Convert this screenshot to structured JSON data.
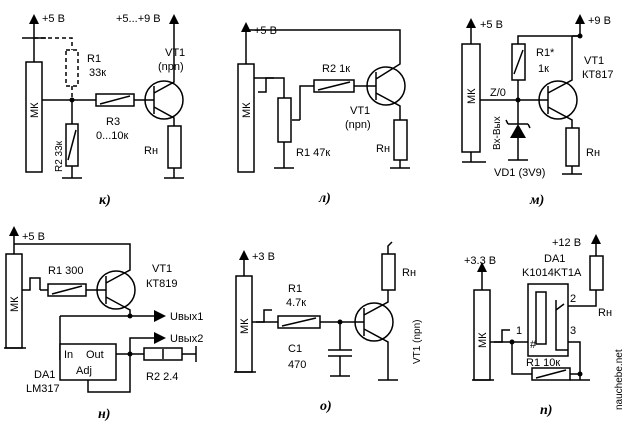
{
  "panels": {
    "k": {
      "caption": "к)",
      "supply1": "+5 В",
      "supply2": "+5...+9 В",
      "mk": "МК",
      "r1": "R1",
      "r1_val": "33к",
      "r2": "R2 33к",
      "r3": "R3",
      "r3_val": "0...10к",
      "vt": "VT1",
      "vt_type": "(npn)",
      "rh": "Rн"
    },
    "l": {
      "caption": "л)",
      "supply": "+5 В",
      "mk": "МК",
      "r2": "R2 1к",
      "vt": "VT1",
      "vt_type": "(npn)",
      "r1": "R1 47к",
      "rh": "Rн"
    },
    "m": {
      "caption": "м)",
      "supply1": "+5 В",
      "supply2": "+9 В",
      "mk": "МК",
      "r1": "R1*",
      "r1_val": "1к",
      "z": "Z/0",
      "io": "Вх-Вых",
      "vt": "VT1",
      "vt_type": "КТ817",
      "rh": "Rн",
      "vd": "VD1 (3V9)"
    },
    "n": {
      "caption": "н)",
      "supply": "+5 В",
      "mk": "МК",
      "r1": "R1 300",
      "vt": "VT1",
      "vt_type": "КТ819",
      "out1": "Uвых1",
      "out2": "Uвых2",
      "da": "DA1",
      "da_type": "LM317",
      "in": "In",
      "out": "Out",
      "adj": "Adj",
      "r2": "R2 2.4"
    },
    "o": {
      "caption": "о)",
      "supply": "+3 В",
      "mk": "МК",
      "r1": "R1",
      "r1_val": "4.7к",
      "c1": "C1",
      "c1_val": "470",
      "vt": "VT1 (npn)",
      "rh": "Rн"
    },
    "p": {
      "caption": "п)",
      "supply1": "+3.3 В",
      "supply2": "+12 В",
      "mk": "МК",
      "da": "DA1",
      "da_type": "K1014KT1A",
      "pin1": "1",
      "pin2": "2",
      "pin3": "3",
      "hash": "#",
      "r1": "R1 10к",
      "rh": "Rн"
    }
  },
  "watermark": "nauchebe.net"
}
